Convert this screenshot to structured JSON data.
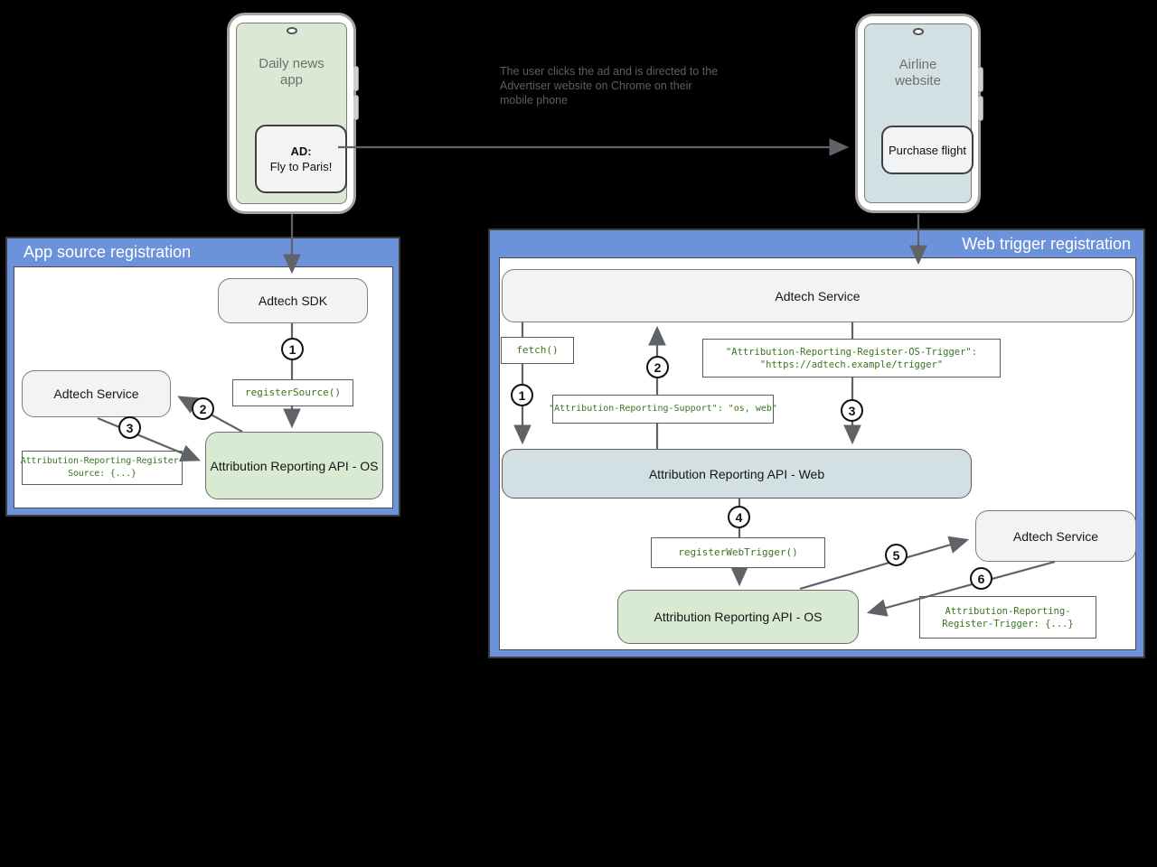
{
  "colors": {
    "panel_blue": "#6c92db",
    "box_green": "#d9ead3",
    "box_lightblue": "#d2e0e4",
    "box_gray": "#f1f3f4",
    "code_green": "#38761d",
    "arrow_gray": "#5f6368"
  },
  "phones": {
    "news": {
      "title": "Daily news app",
      "ad_heading": "AD:",
      "ad_text": "Fly to Paris!"
    },
    "airline": {
      "title": "Airline website",
      "button": "Purchase flight"
    }
  },
  "note": {
    "text": "The user clicks the ad and is directed to the Advertiser website on Chrome on their mobile phone"
  },
  "app_source": {
    "title": "App source registration",
    "adtech_sdk": "Adtech SDK",
    "adtech_service": "Adtech Service",
    "register_source_fn": "registerSource()",
    "api_os": "Attribution Reporting API - OS",
    "register_source_header_line1": "Attribution-Reporting-Register-",
    "register_source_header_line2": "Source: {...}"
  },
  "web_trigger": {
    "title": "Web trigger registration",
    "adtech_service": "Adtech Service",
    "fetch_fn": "fetch()",
    "os_trigger_header_line1": "\"Attribution-Reporting-Register-OS-Trigger\":",
    "os_trigger_header_line2": "\"https://adtech.example/trigger\"",
    "support_header": "\"Attribution-Reporting-Support\": \"os, web\"",
    "api_web": "Attribution Reporting API - Web",
    "register_web_trigger_fn": "registerWebTrigger()",
    "api_os": "Attribution Reporting API - OS",
    "adtech_service_right": "Adtech Service",
    "register_trigger_header_line1": "Attribution-Reporting-",
    "register_trigger_header_line2": "Register-Trigger: {...}"
  },
  "steps": {
    "n1": "1",
    "n2": "2",
    "n3": "3",
    "n4": "4",
    "n5": "5",
    "n6": "6"
  }
}
